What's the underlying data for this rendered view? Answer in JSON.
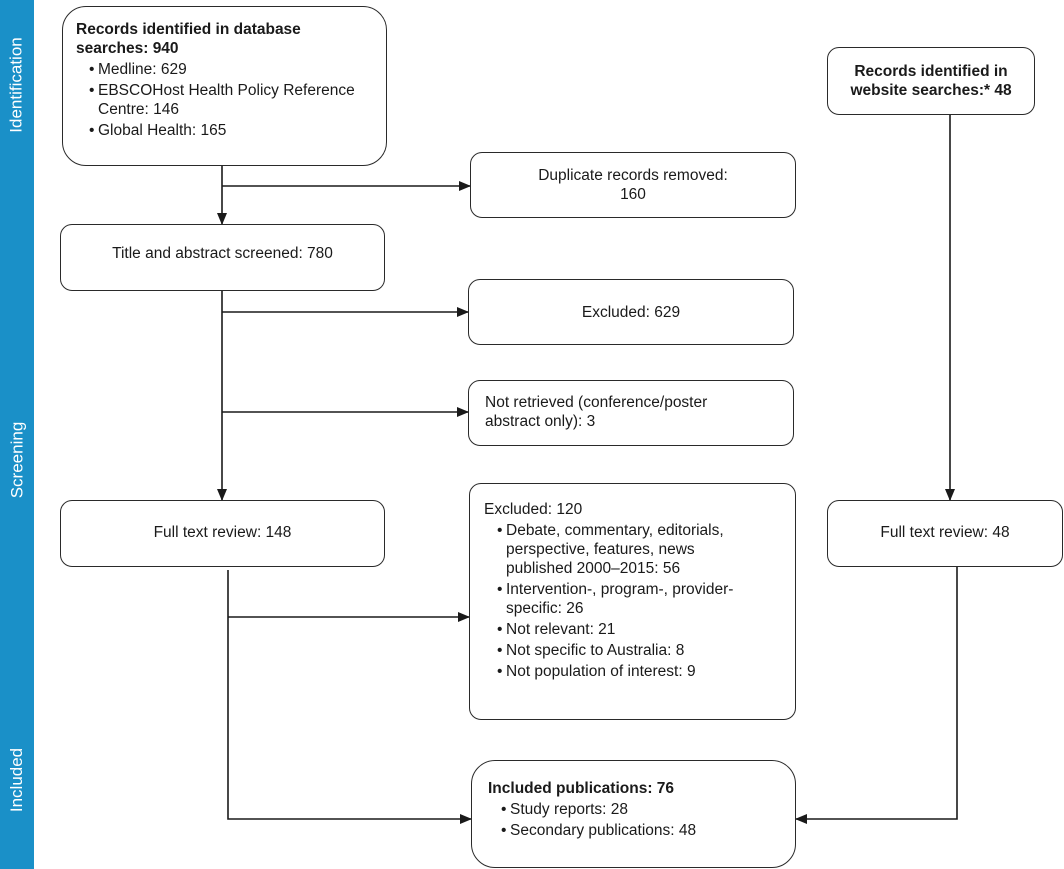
{
  "phases": [
    "Identification",
    "Screening",
    "Included"
  ],
  "db_search": {
    "title": "Records identified in database searches: 940",
    "items": [
      "Medline: 629",
      "EBSCOHost Health Policy Reference Centre: 146",
      "Global Health: 165"
    ]
  },
  "web_search": {
    "title": "Records identified in website searches:* 48"
  },
  "duplicates": "Duplicate records removed: 160",
  "title_abstract": "Title and abstract screened: 780",
  "excluded_1": "Excluded: 629",
  "not_retrieved": "Not retrieved (conference/poster abstract only): 3",
  "full_text_db": "Full text review: 148",
  "full_text_web": "Full text review: 48",
  "excluded_2": {
    "title": "Excluded: 120",
    "items": [
      "Debate, commentary, editorials, perspective, features, news published 2000–2015: 56",
      "Intervention-, program-, provider-specific: 26",
      "Not relevant: 21",
      "Not specific to Australia: 8",
      "Not population of interest: 9"
    ]
  },
  "included": {
    "title": "Included publications: 76",
    "items": [
      "Study reports: 28",
      "Secondary publications: 48"
    ]
  }
}
